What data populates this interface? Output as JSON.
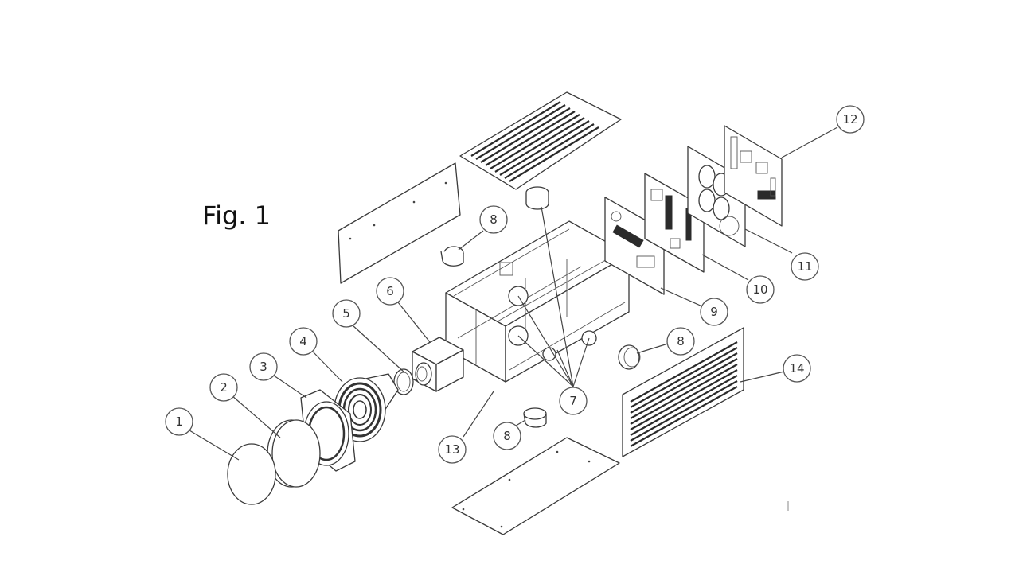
{
  "figure": {
    "title": "Fig. 1",
    "callouts": [
      "1",
      "2",
      "3",
      "4",
      "5",
      "6",
      "7",
      "8",
      "8",
      "8",
      "9",
      "10",
      "11",
      "12",
      "13",
      "14"
    ]
  }
}
